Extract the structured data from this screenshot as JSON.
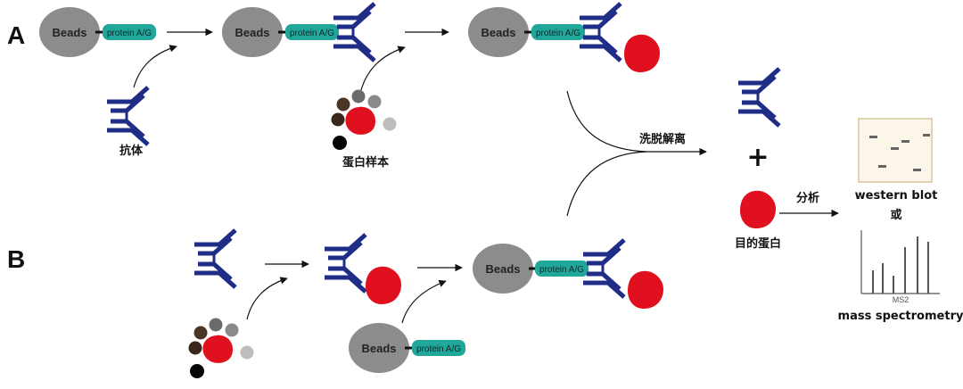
{
  "panels": {
    "a": "A",
    "b": "B"
  },
  "beads_label": "Beads",
  "protein_label": "protein A/G",
  "labels": {
    "antibody": "抗体",
    "protein_sample": "蛋白样本",
    "elution": "洗脱解离",
    "plus": "+",
    "target_protein": "目的蛋白",
    "analysis": "分析",
    "western_blot": "western blot",
    "or": "或",
    "ms2": "MS2",
    "mass_spec": "mass spectrometry"
  },
  "colors": {
    "beads": "#8c8c8c",
    "protein_ag": "#20a79a",
    "antibody": "#1f2d86",
    "target_protein": "#e0101e",
    "blot_background": "#fbf6e9"
  },
  "icons": [
    "beads-icon",
    "protein-ag-linker-icon",
    "antibody-icon",
    "target-protein-icon",
    "protein-mixture-icon",
    "arrow-icon",
    "western-blot-icon",
    "mass-spectrum-icon"
  ]
}
